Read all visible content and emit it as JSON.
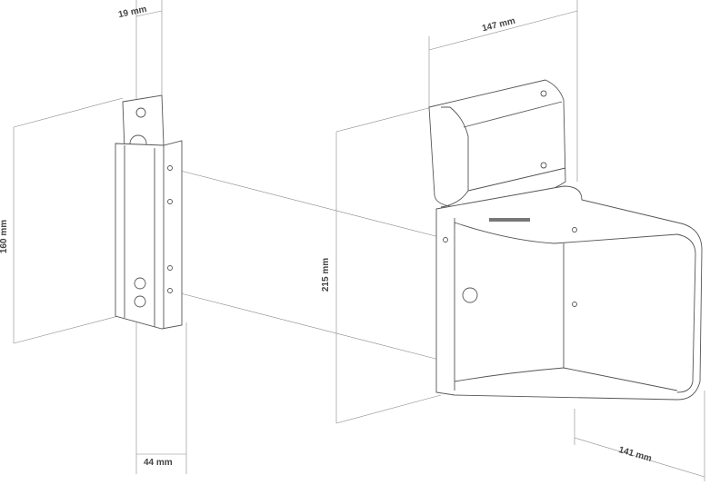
{
  "dimensions": {
    "plate_depth": "19 mm",
    "plate_height": "160 mm",
    "plate_width": "44 mm",
    "housing_depth": "147 mm",
    "housing_height": "215 mm",
    "handle_width": "141 mm"
  },
  "colors": {
    "line": "#555555",
    "dimension_line": "#888888"
  }
}
